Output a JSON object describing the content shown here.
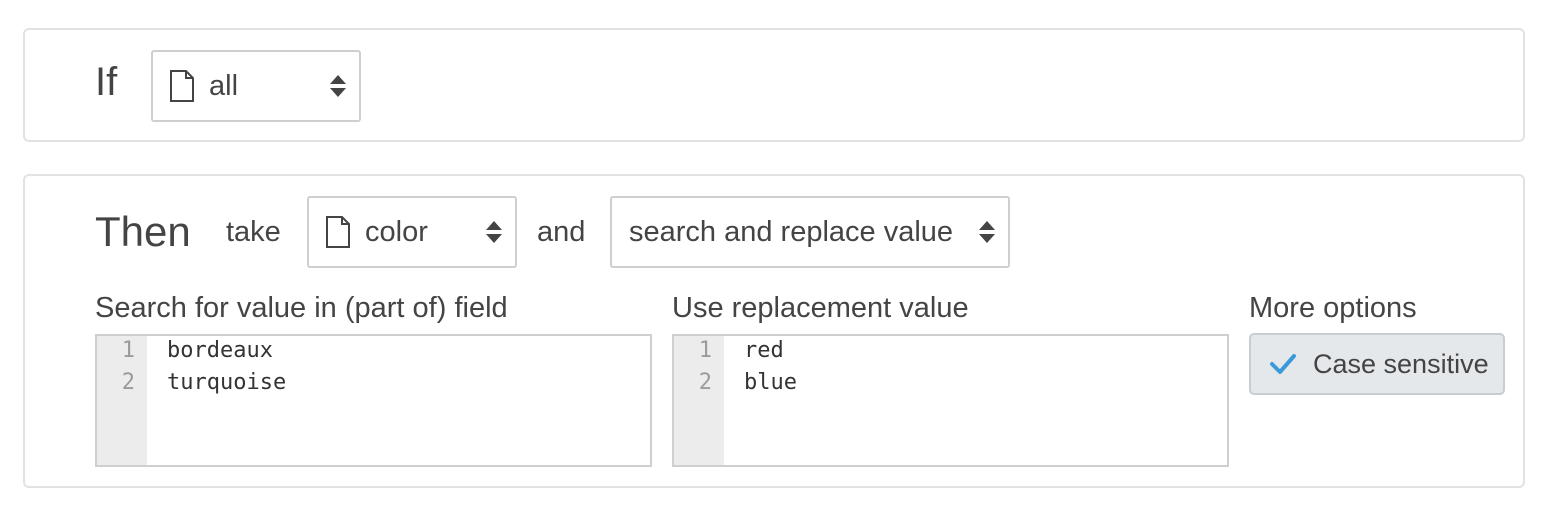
{
  "condition": {
    "keyword": "If",
    "field_select": {
      "icon": "document-icon",
      "value": "all"
    }
  },
  "action": {
    "keyword": "Then",
    "take_label": "take",
    "field_select": {
      "icon": "document-icon",
      "value": "color"
    },
    "and_label": "and",
    "operation_select": {
      "value": "search and replace value"
    },
    "search": {
      "label": "Search for value in (part of) field",
      "lines": [
        {
          "num": "1",
          "text": "bordeaux"
        },
        {
          "num": "2",
          "text": "turquoise"
        }
      ]
    },
    "replace": {
      "label": "Use replacement value",
      "lines": [
        {
          "num": "1",
          "text": "red"
        },
        {
          "num": "2",
          "text": "blue"
        }
      ]
    },
    "more_options": {
      "label": "More options",
      "case_sensitive": {
        "label": "Case sensitive",
        "checked": true,
        "check_color": "#3a9ad9"
      }
    }
  }
}
